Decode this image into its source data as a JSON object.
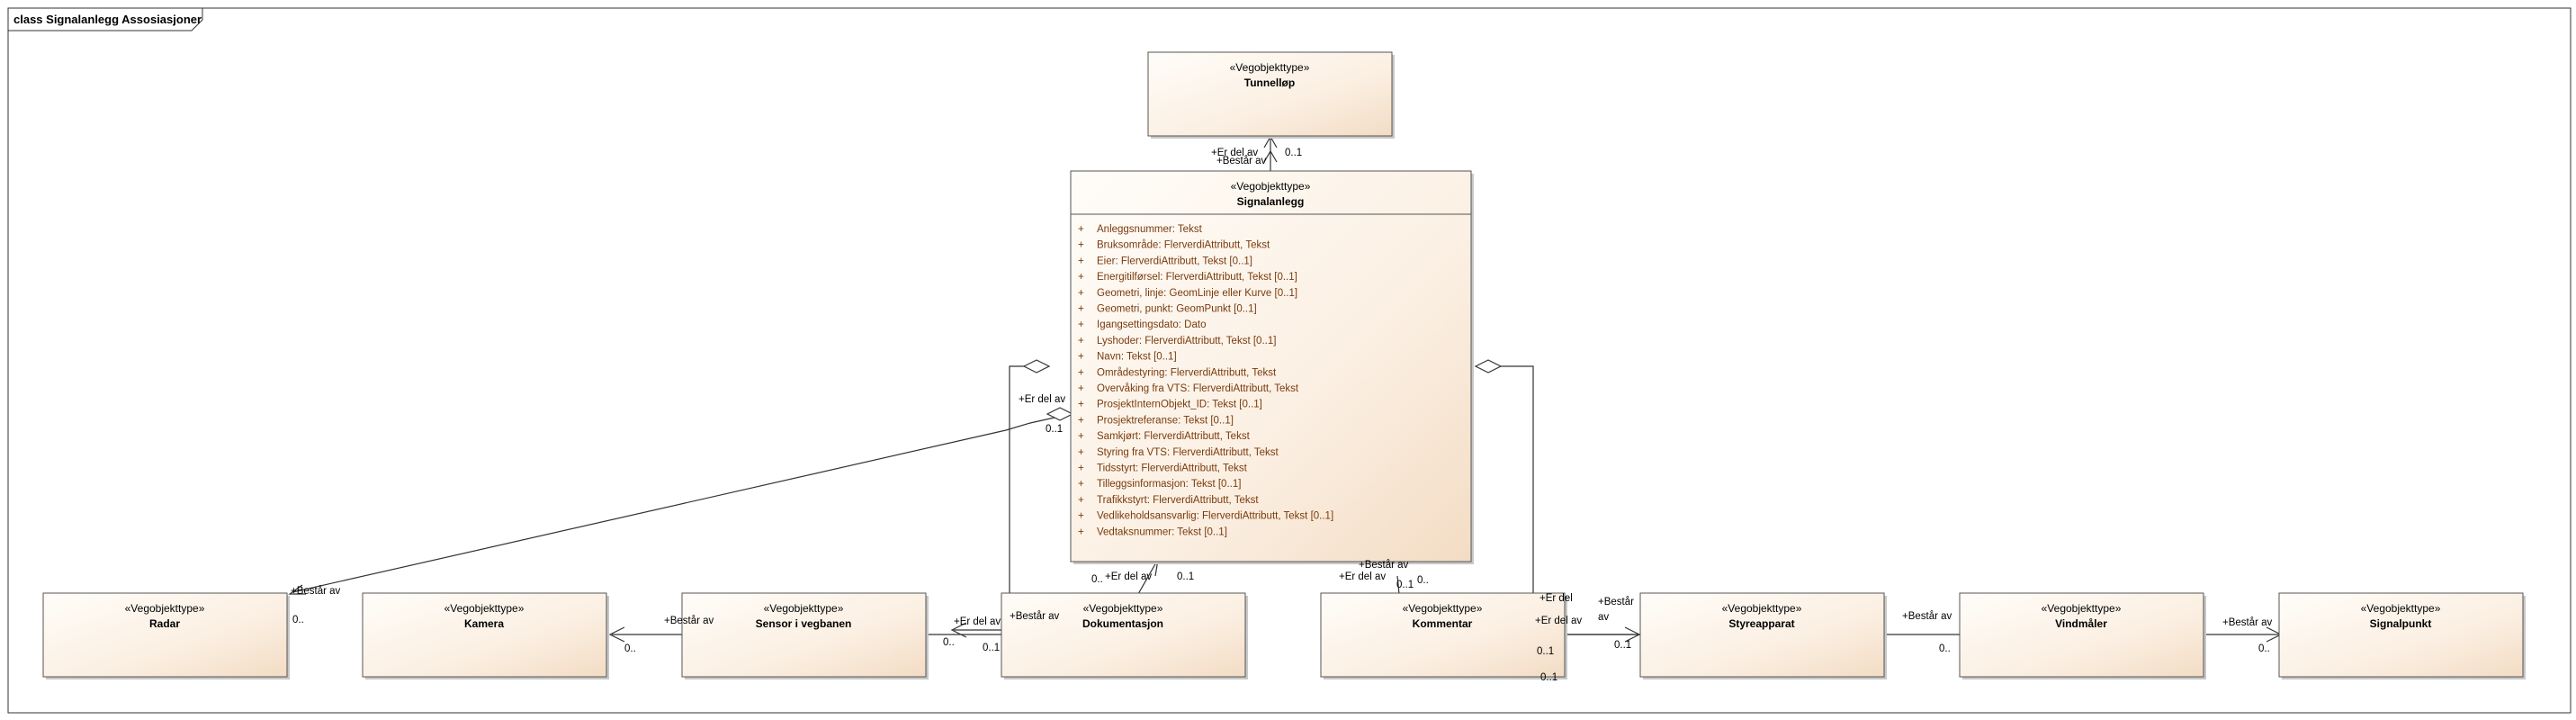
{
  "frame": {
    "title": "class Signalanlegg Assosiasjoner"
  },
  "classes": {
    "tunnellop": {
      "stereotype": "«Vegobjekttype»",
      "name": "Tunnelløp"
    },
    "signalanlegg": {
      "stereotype": "«Vegobjekttype»",
      "name": "Signalanlegg",
      "attributes": [
        "Anleggsnummer: Tekst",
        "Bruksområde: FlerverdiAttributt, Tekst",
        "Eier: FlerverdiAttributt, Tekst [0..1]",
        "Energitilførsel: FlerverdiAttributt, Tekst [0..1]",
        "Geometri, linje: GeomLinje eller Kurve [0..1]",
        "Geometri, punkt: GeomPunkt [0..1]",
        "Igangsettingsdato: Dato",
        "Lyshoder: FlerverdiAttributt, Tekst [0..1]",
        "Navn: Tekst [0..1]",
        "Områdestyring: FlerverdiAttributt, Tekst",
        "Overvåking fra VTS: FlerverdiAttributt, Tekst",
        "ProsjektInternObjekt_ID: Tekst [0..1]",
        "Prosjektreferanse: Tekst [0..1]",
        "Samkjørt: FlerverdiAttributt, Tekst",
        "Styring fra VTS: FlerverdiAttributt, Tekst",
        "Tidsstyrt: FlerverdiAttributt, Tekst",
        "Tilleggsinformasjon: Tekst [0..1]",
        "Trafikkstyrt: FlerverdiAttributt, Tekst",
        "Vedlikeholdsansvarlig: FlerverdiAttributt, Tekst [0..1]",
        "Vedtaksnummer: Tekst [0..1]"
      ],
      "visibility": "+"
    },
    "radar": {
      "stereotype": "«Vegobjekttype»",
      "name": "Radar"
    },
    "kamera": {
      "stereotype": "«Vegobjekttype»",
      "name": "Kamera"
    },
    "sensor": {
      "stereotype": "«Vegobjekttype»",
      "name": "Sensor i vegbanen"
    },
    "dokumentasjon": {
      "stereotype": "«Vegobjekttype»",
      "name": "Dokumentasjon"
    },
    "kommentar": {
      "stereotype": "«Vegobjekttype»",
      "name": "Kommentar"
    },
    "styreapparat": {
      "stereotype": "«Vegobjekttype»",
      "name": "Styreapparat"
    },
    "vindmaler": {
      "stereotype": "«Vegobjekttype»",
      "name": "Vindmåler"
    },
    "signalpunkt": {
      "stereotype": "«Vegobjekttype»",
      "name": "Signalpunkt"
    }
  },
  "labels": {
    "tunnel_er_del_av": "+Er del av",
    "tunnel_mult": "0..1",
    "tunnel_bestar_av": "+Består av",
    "left_er_del_av": "+Er del av",
    "left_mult_01": "0..1",
    "radar_bestar_av": "+Består av",
    "radar_mult": "0..",
    "kamera_mult": "0..",
    "sensor_bestar_av": "+Består av",
    "sensor_mult": "0..",
    "dok_er_del_av_a": "+Er del av",
    "dok_er_del_av_b": "+Er del av",
    "dok_bestar_av": "+Består av",
    "dok_mult_a": "0..1",
    "dok_mult_b": "0..1",
    "dok_mult_c": "0..",
    "kom_bestar_av": "+Består av",
    "kom_er_del_av_a": "+Er del av",
    "kom_mult_a": "0..1",
    "kom_mult_b": "0..",
    "right_er_del_av_a": "+Er del",
    "right_er_del_av_b": "+Er del av",
    "right_mult_a": "0..1",
    "right_mult_b": "0..1",
    "styre_bestar_av_a": "+Består",
    "styre_bestar_av_b": "av",
    "styre_mult": "0..1",
    "vind_bestar_av": "+Består av",
    "vind_mult": "0..",
    "signalpunkt_bestar_av": "+Består av",
    "signalpunkt_mult": "0.."
  }
}
